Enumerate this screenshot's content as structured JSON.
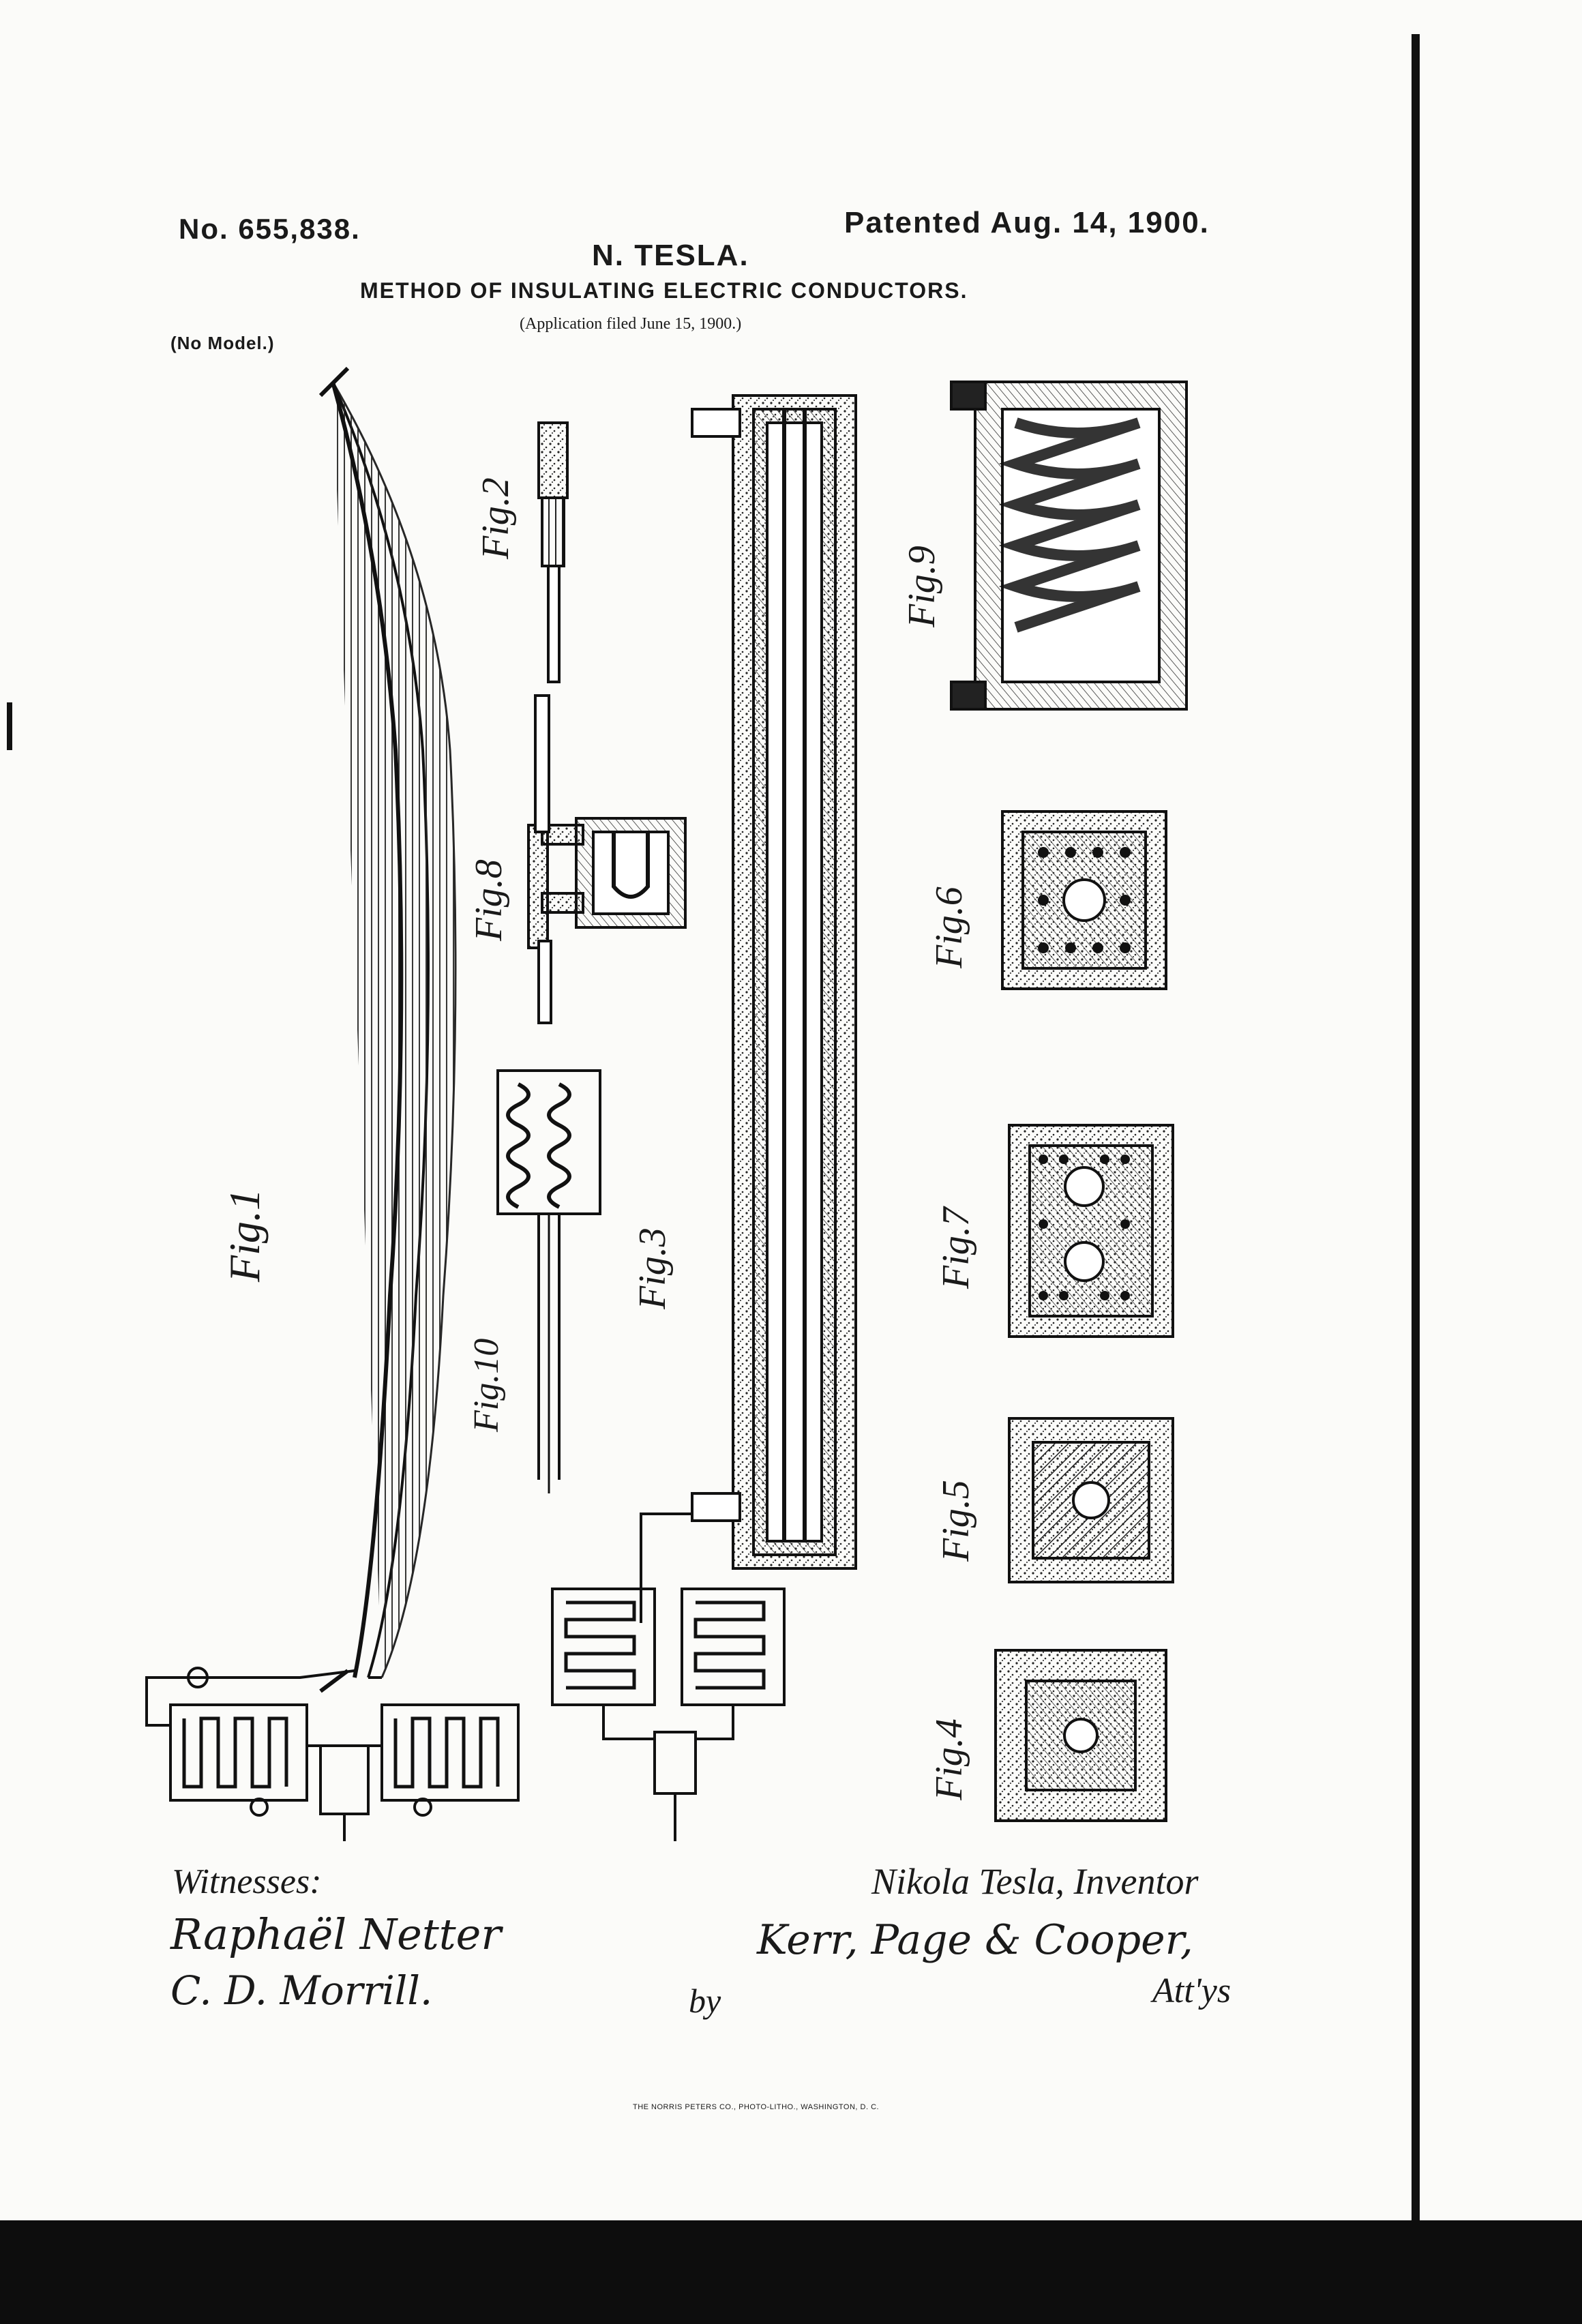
{
  "header": {
    "patent_no": "No. 655,838.",
    "patented": "Patented Aug. 14, 1900.",
    "inventor": "N. TESLA.",
    "title": "METHOD OF INSULATING ELECTRIC CONDUCTORS.",
    "application": "(Application filed June 15, 1900.)",
    "model": "(No Model.)"
  },
  "figures": {
    "fig1": "Fig.1",
    "fig2": "Fig.2",
    "fig3": "Fig.3",
    "fig4": "Fig.4",
    "fig5": "Fig.5",
    "fig6": "Fig.6",
    "fig7": "Fig.7",
    "fig8": "Fig.8",
    "fig9": "Fig.9",
    "fig10": "Fig.10"
  },
  "footer": {
    "witnesses": "Witnesses:",
    "witness1": "Raphaël Netter",
    "witness2": "C. D. Morrill.",
    "inventor_line": "Nikola Tesla, Inventor",
    "by": "by",
    "attorneys_sig": "Kerr, Page & Cooper,",
    "attys": "Att'ys",
    "printer": "THE NORRIS PETERS CO., PHOTO-LITHO., WASHINGTON, D. C."
  }
}
